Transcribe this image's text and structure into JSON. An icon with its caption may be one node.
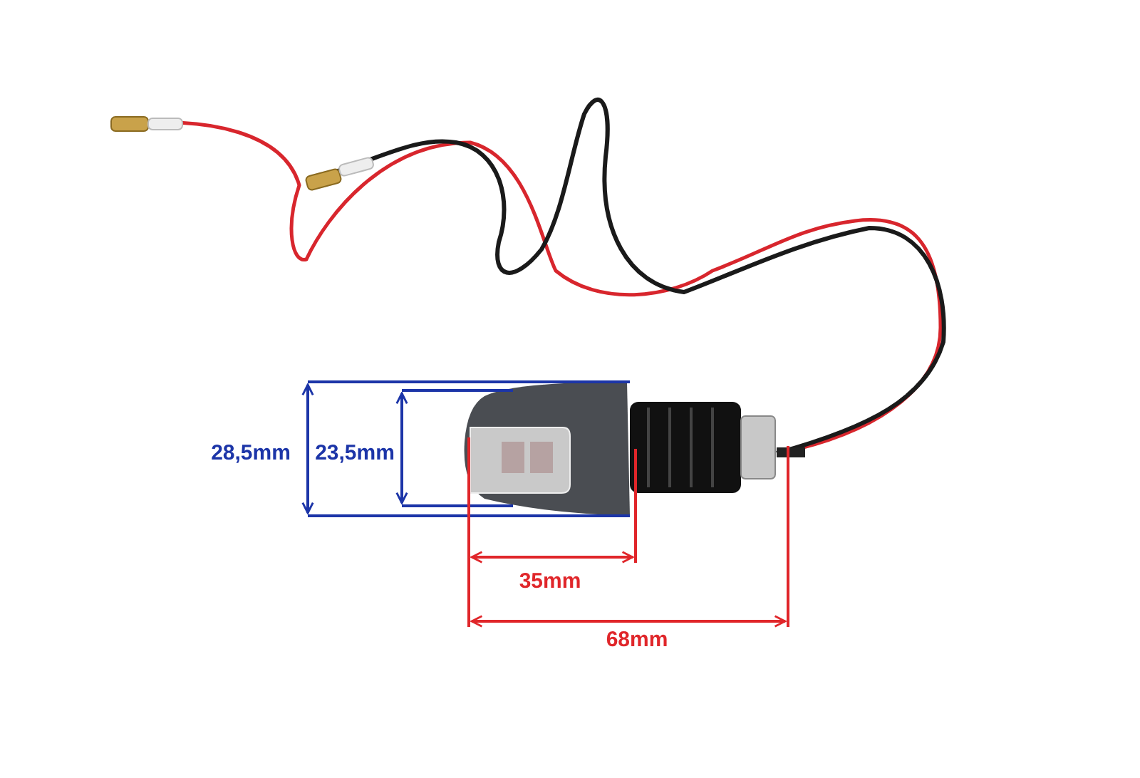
{
  "diagram": {
    "labels": [
      "28,5mm",
      "23,5mm",
      "35mm",
      "68mm"
    ]
  }
}
